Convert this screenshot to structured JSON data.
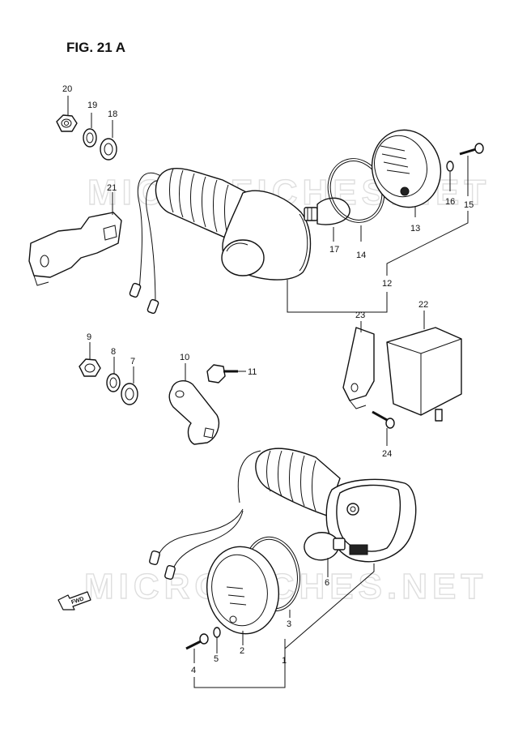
{
  "figure": {
    "title": "FIG. 21 A",
    "watermark_text": "MICROFICHES.NET",
    "fwd_label": "FWD"
  },
  "callouts": {
    "p1": "1",
    "p2": "2",
    "p3": "3",
    "p4": "4",
    "p5": "5",
    "p6": "6",
    "p7": "7",
    "p8": "8",
    "p9": "9",
    "p10": "10",
    "p11": "11",
    "p12": "12",
    "p13": "13",
    "p14": "14",
    "p15": "15",
    "p16": "16",
    "p17": "17",
    "p18": "18",
    "p19": "19",
    "p20": "20",
    "p21": "21",
    "p22": "22",
    "p23": "23",
    "p24": "24"
  }
}
